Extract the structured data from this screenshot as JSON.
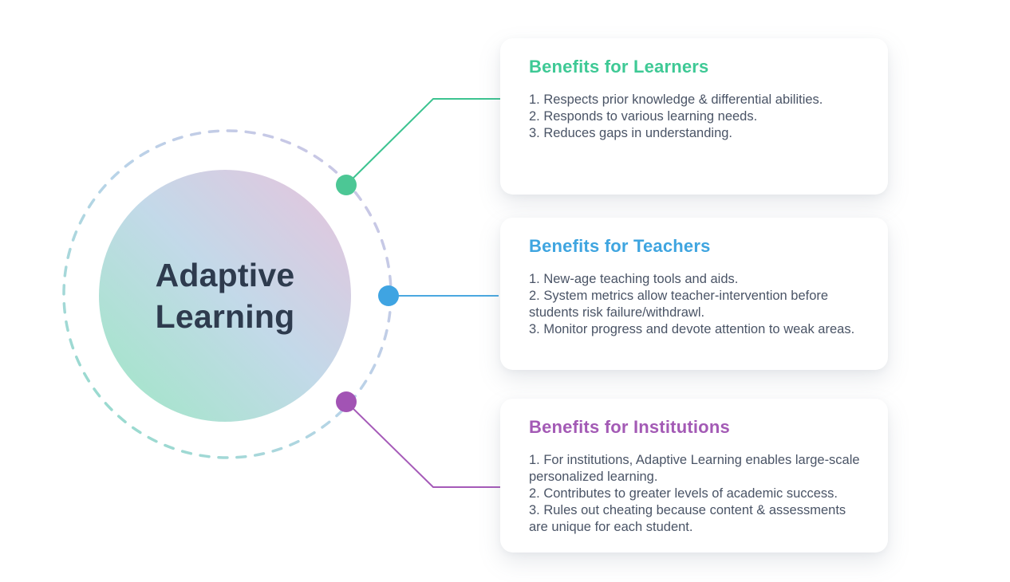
{
  "page": {
    "background": "#ffffff"
  },
  "diagram": {
    "center_label": "Adaptive Learning",
    "center_label_color": "#2e3b4e",
    "body_text_color": "#4a5466",
    "circle_gradient": {
      "bottom_left": "#9fe7c5",
      "middle": "#c3d9e9",
      "top_right": "#e7c3dc"
    },
    "dashed_ring_gradient": {
      "bottom": "#8edcc6",
      "middle": "#b8d4e8",
      "top": "#cfc2e4"
    },
    "cards": [
      {
        "title": "Benefits for Learners",
        "accent": "#3ec995",
        "dot_color": "#4cc795",
        "line_color": "#3cc390",
        "items": [
          "1. Respects prior knowledge & differential abilities.",
          "2. Responds to various learning needs.",
          "3. Reduces gaps in understanding."
        ]
      },
      {
        "title": "Benefits for Teachers",
        "accent": "#3fa5e0",
        "dot_color": "#3fa4e2",
        "line_color": "#4aa8e0",
        "items": [
          "1. New-age teaching tools and aids.",
          "2. System metrics allow teacher-intervention before students risk failure/withdrawl.",
          "3. Monitor progress and devote attention to weak areas."
        ]
      },
      {
        "title": "Benefits for Institutions",
        "accent": "#a35ab5",
        "dot_color": "#a253b4",
        "line_color": "#a55ab8",
        "items": [
          "1. For institutions, Adaptive Learning enables large-scale personalized learning.",
          "2. Contributes to greater levels of academic success.",
          "3. Rules out cheating because content & assessments are unique for each student."
        ]
      }
    ]
  }
}
